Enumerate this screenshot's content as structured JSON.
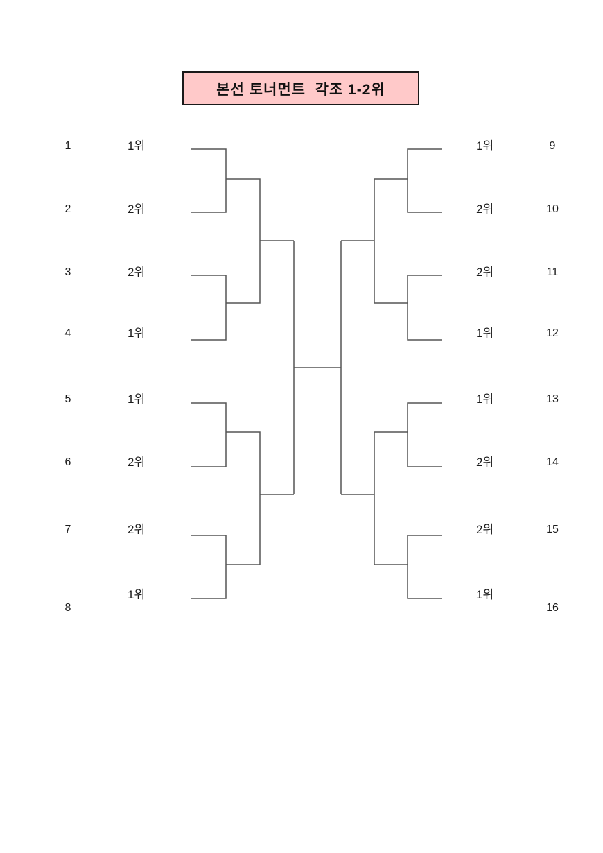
{
  "title": "본선 토너먼트  각조 1-2위",
  "colors": {
    "title_bg": "#ffc9c9",
    "title_border": "#1a1a1a",
    "line": "#555555",
    "text": "#1c1c1c"
  },
  "left_rows": [
    {
      "num": "1",
      "label": "1위"
    },
    {
      "num": "2",
      "label": "2위"
    },
    {
      "num": "3",
      "label": "2위"
    },
    {
      "num": "4",
      "label": "1위"
    },
    {
      "num": "5",
      "label": "1위"
    },
    {
      "num": "6",
      "label": "2위"
    },
    {
      "num": "7",
      "label": "2위"
    },
    {
      "num": "8",
      "label": "1위"
    }
  ],
  "right_rows": [
    {
      "num": "9",
      "label": "1위"
    },
    {
      "num": "10",
      "label": "2위"
    },
    {
      "num": "11",
      "label": "2위"
    },
    {
      "num": "12",
      "label": "1위"
    },
    {
      "num": "13",
      "label": "1위"
    },
    {
      "num": "14",
      "label": "2위"
    },
    {
      "num": "15",
      "label": "2위"
    },
    {
      "num": "16",
      "label": "1위"
    }
  ]
}
